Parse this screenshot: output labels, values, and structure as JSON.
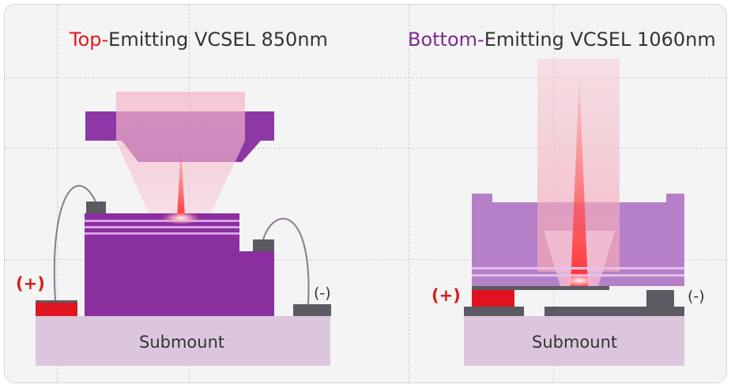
{
  "top_emitting": {
    "title_highlight": "Top-",
    "title_rest": "Emitting VCSEL 850nm",
    "plus_label": "(+)",
    "minus_label": "(-)",
    "submount_label": "Submount",
    "colors": {
      "highlight": "#e01c1c",
      "body": "#8a2fa0",
      "lens": "#9b45b0",
      "pad_plus": "#e0141e",
      "contact": "#5c5a62",
      "submount": "#dcc6dd"
    }
  },
  "bottom_emitting": {
    "title_highlight": "Bottom-",
    "title_rest": "Emitting VCSEL 1060nm",
    "plus_label": "(+)",
    "minus_label": "(-)",
    "submount_label": "Submount",
    "colors": {
      "highlight": "#7b2d8f",
      "body": "#b580c8",
      "pad_plus": "#e0141e",
      "contact": "#5c5a62",
      "submount": "#dcc6dd"
    }
  }
}
